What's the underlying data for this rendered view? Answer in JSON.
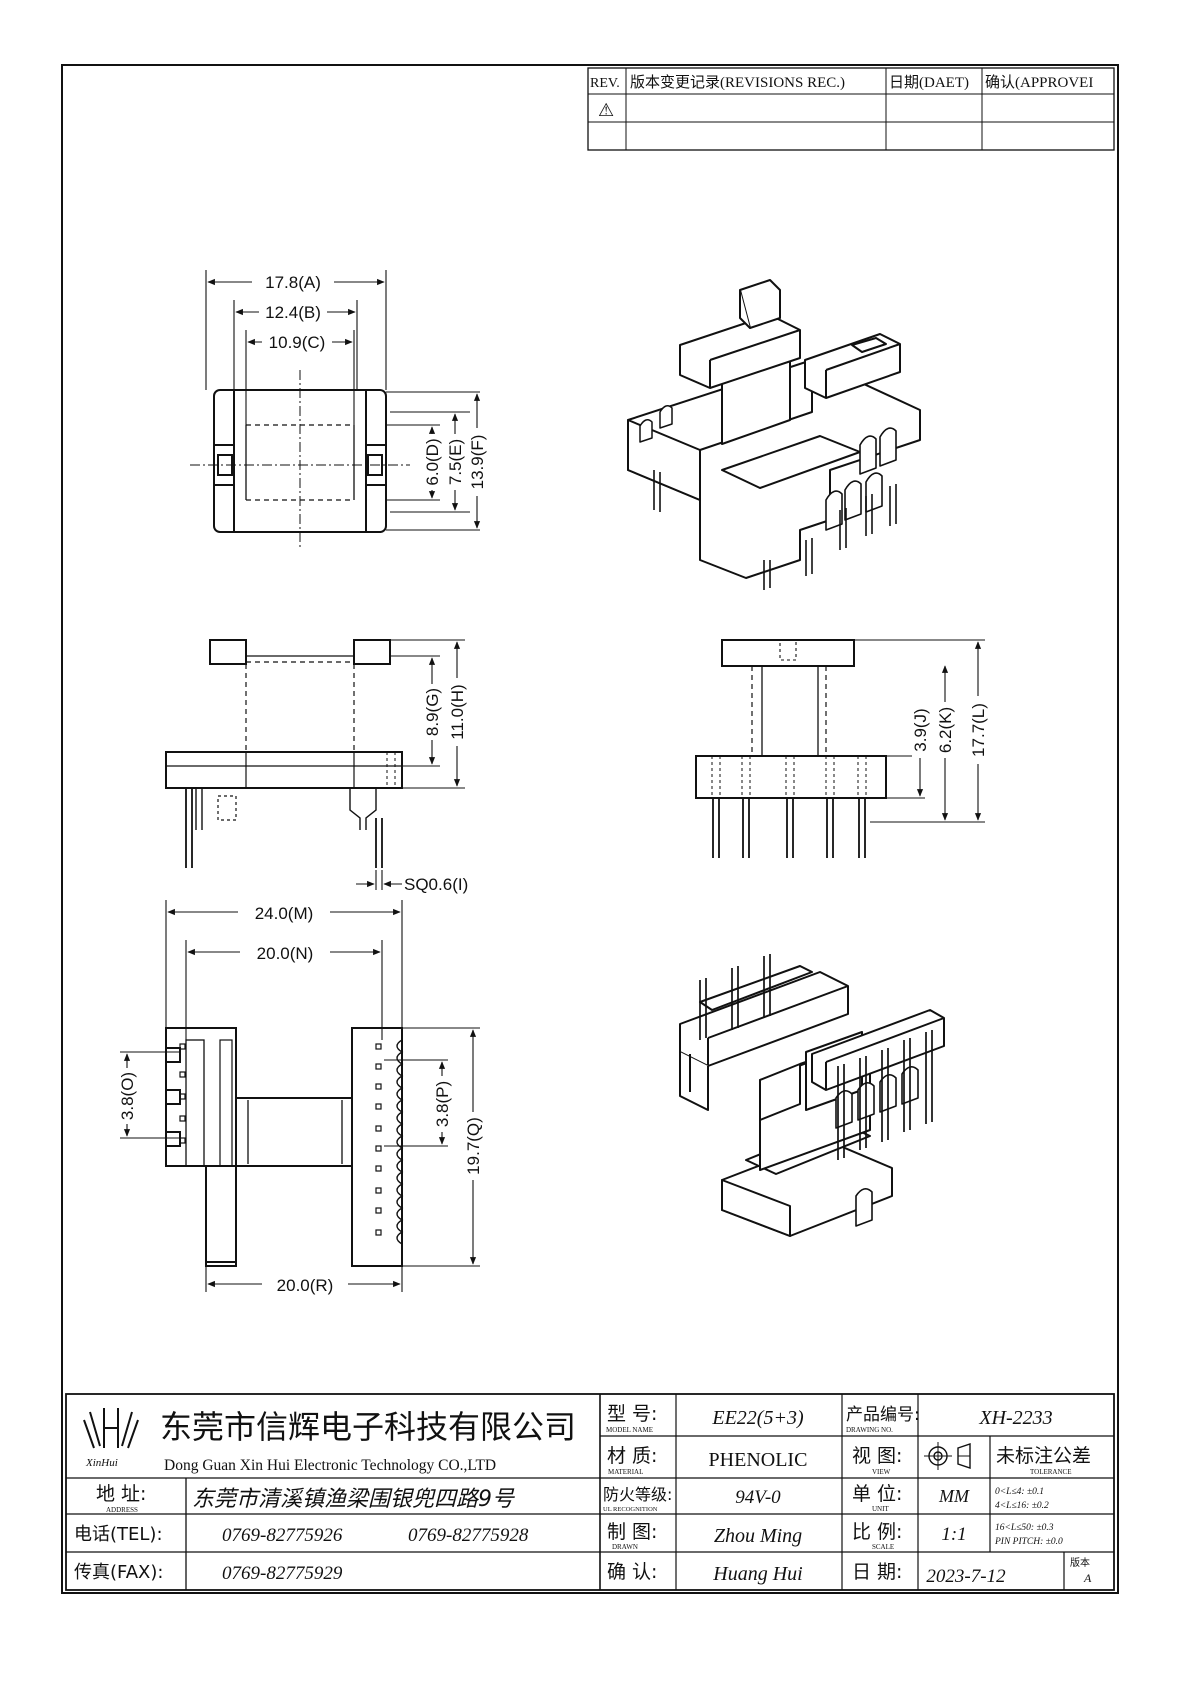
{
  "revisions": {
    "headers": [
      "REV.",
      "版本变更记录(REVISIONS REC.)",
      "日期(DAET)",
      "确认(APPROVEI"
    ],
    "rev_mark": "⚠"
  },
  "dimensions": {
    "A": "17.8(A)",
    "B": "12.4(B)",
    "C": "10.9(C)",
    "D": "6.0(D)",
    "E": "7.5(E)",
    "F": "13.9(F)",
    "G": "8.9(G)",
    "H": "11.0(H)",
    "I": "SQ0.6(I)",
    "J": "3.9(J)",
    "K": "6.2(K)",
    "L": "17.7(L)",
    "M": "24.0(M)",
    "N": "20.0(N)",
    "O": "3.8(O)",
    "P": "3.8(P)",
    "Q": "19.7(Q)",
    "R": "20.0(R)"
  },
  "title_block": {
    "logo_text": "XinHui",
    "company_cn": "东莞市信辉电子科技有限公司",
    "company_en": "Dong Guan Xin Hui Electronic Technology CO.,LTD",
    "address_label": "地  址:",
    "address_label_en": "ADDRESS",
    "address": "东莞市清溪镇渔梁围银兜四路9号",
    "tel_label": "电话(TEL):",
    "tel1": "0769-82775926",
    "tel2": "0769-82775928",
    "fax_label": "传真(FAX):",
    "fax": "0769-82775929",
    "model_label": "型  号:",
    "model_label_en": "MODEL NAME",
    "model": "EE22(5+3)",
    "material_label": "材  质:",
    "material_label_en": "MATERIAL",
    "material": "PHENOLIC",
    "fire_label": "防火等级:",
    "fire_label_en": "UL RECOGNITION",
    "fire": "94V-0",
    "drawn_label": "制  图:",
    "drawn_label_en": "DRAWN",
    "drawn": "Zhou Ming",
    "check_label": "确  认:",
    "check": "Huang Hui",
    "drawing_no_label": "产品编号:",
    "drawing_no_label_en": "DRAWING NO.",
    "drawing_no": "XH-2233",
    "view_label": "视  图:",
    "view_label_en": "VIEW",
    "unit_label": "单  位:",
    "unit_label_en": "UNIT",
    "unit": "MM",
    "scale_label": "比  例:",
    "scale_label_en": "SCALE",
    "scale": "1:1",
    "date_label": "日  期:",
    "date": "2023-7-12",
    "tolerance_label": "未标注公差",
    "tolerance_label_en": "TOLERANCE",
    "tolerances": [
      "0<L≤4:  ±0.1",
      "4<L≤16:  ±0.2",
      "16<L≤50:  ±0.3",
      "PIN PITCH:  ±0.0"
    ],
    "version_label": "版本",
    "version": "A"
  }
}
